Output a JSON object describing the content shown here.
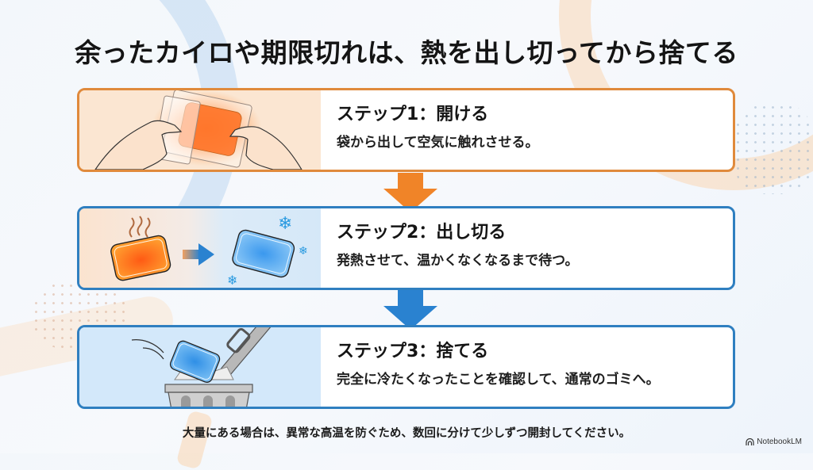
{
  "title": "余ったカイロや期限切れは、熱を出し切ってから捨てる",
  "steps": [
    {
      "title": "ステップ1：開ける",
      "description": "袋から出して空気に触れさせる。",
      "illustration": "hands-opening-heat-pack",
      "accent": "#e08a3c"
    },
    {
      "title": "ステップ2：出し切る",
      "description": "発熱させて、温かくなくなるまで待つ。",
      "illustration": "hot-pack-to-cold-pack",
      "accent": "#2f7fc0"
    },
    {
      "title": "ステップ3：捨てる",
      "description": "完全に冷たくなったことを確認して、通常のゴミへ。",
      "illustration": "pack-into-trash-can",
      "accent": "#2f7fc0"
    }
  ],
  "arrows": [
    {
      "color": "#f08428"
    },
    {
      "color": "#2a82d0"
    }
  ],
  "footer_note": "大量にある場合は、異常な高温を防ぐため、数回に分けて少しずつ開封してください。",
  "brand": "NotebookLM"
}
